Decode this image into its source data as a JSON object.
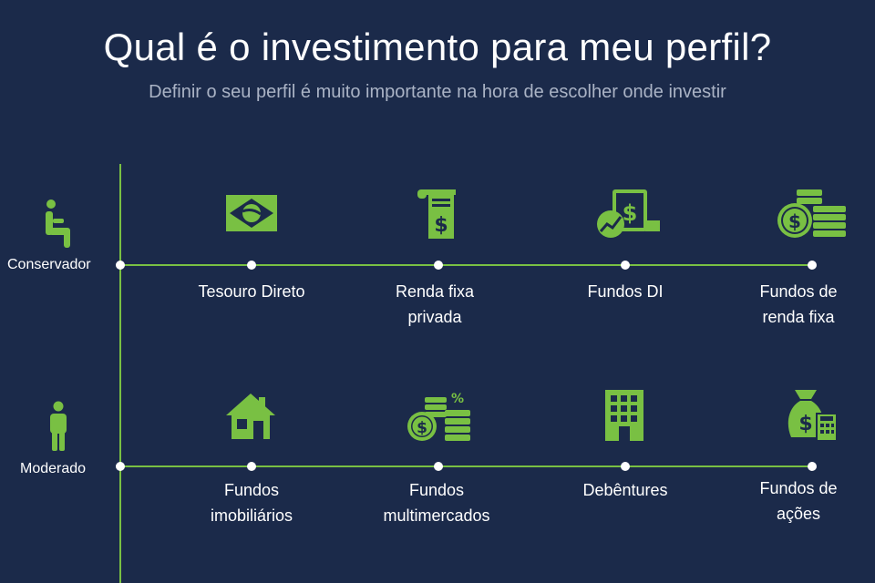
{
  "header": {
    "title": "Qual é o investimento para meu perfil?",
    "subtitle": "Definir o seu perfil é muito importante na hora de escolher onde investir"
  },
  "colors": {
    "background": "#1b2a4a",
    "accent": "#79c043",
    "text": "#ffffff",
    "subtitle": "#aab3c5"
  },
  "profiles": [
    {
      "label": "Conservador",
      "icon": "person-sitting-icon",
      "items": [
        {
          "line1": "Tesouro Direto",
          "line2": "",
          "icon": "brazil-flag-icon"
        },
        {
          "line1": "Renda fixa",
          "line2": "privada",
          "icon": "receipt-dollar-icon"
        },
        {
          "line1": "Fundos DI",
          "line2": "",
          "icon": "dollar-document-chart-icon"
        },
        {
          "line1": "Fundos de",
          "line2": "renda fixa",
          "icon": "coin-stacks-icon"
        }
      ]
    },
    {
      "label": "Moderado",
      "icon": "person-standing-icon",
      "items": [
        {
          "line1": "Fundos",
          "line2": "imobiliários",
          "icon": "house-icon"
        },
        {
          "line1": "Fundos",
          "line2": "multimercados",
          "icon": "coins-percent-icon"
        },
        {
          "line1": "Debêntures",
          "line2": "",
          "icon": "building-icon"
        },
        {
          "line1": "Fundos de",
          "line2": "ações",
          "icon": "money-bag-calculator-icon"
        }
      ]
    }
  ]
}
